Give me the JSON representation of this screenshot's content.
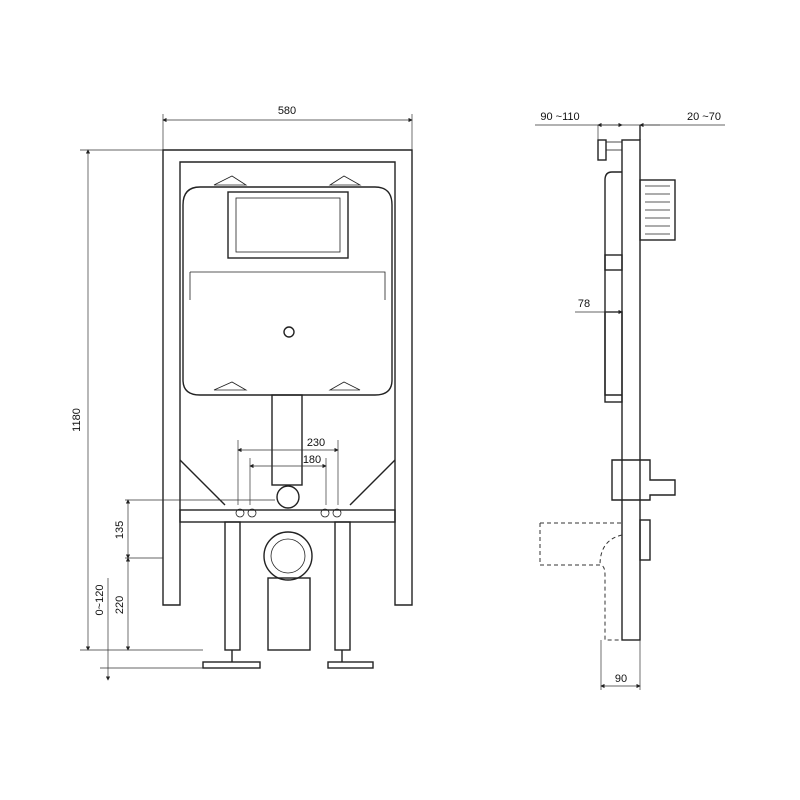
{
  "front_view": {
    "width_label": "580",
    "height_label": "1180",
    "outer_connection_label": "230",
    "inner_connection_label": "180",
    "upper_offset_label": "135",
    "lower_offset_label": "220",
    "adjust_range_label": "0~120"
  },
  "side_view": {
    "depth_front_label": "90 ~110",
    "depth_rear_label": "20 ~70",
    "frame_depth_label": "78",
    "bottom_offset_label": "90"
  }
}
